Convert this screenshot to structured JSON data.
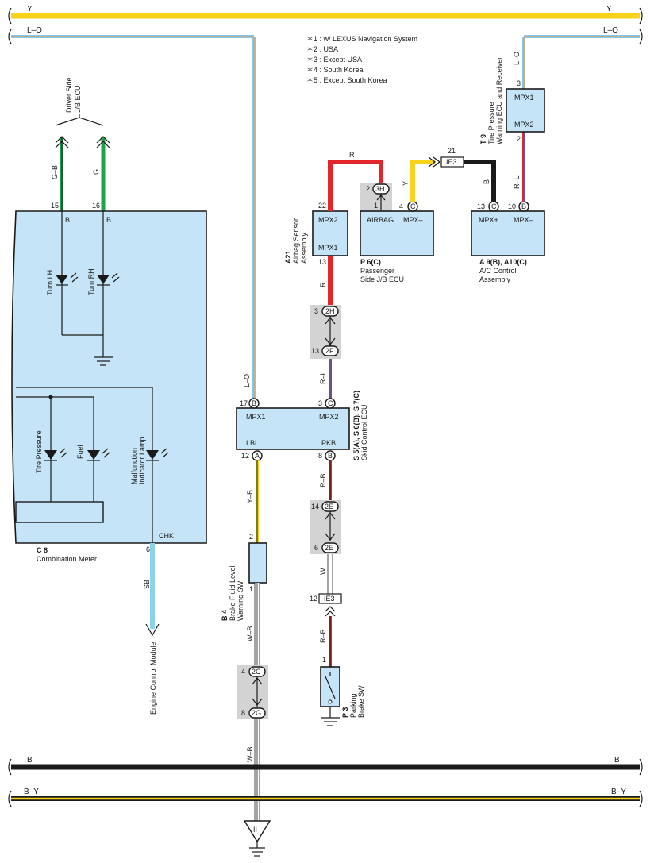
{
  "notes": [
    "＊1 : w/ LEXUS Navigation System",
    "＊2 : USA",
    "＊3 : Except USA",
    "＊4 : South Korea",
    "＊5 : Except South Korea"
  ],
  "buses": {
    "top_y": "Y",
    "top_lo": "L–O",
    "bottom_b": "B",
    "bottom_by": "B–Y"
  },
  "colors": {
    "yellow": "#f7d31b",
    "light_blue": "#87c6ec",
    "orange": "#f29a3a",
    "red": "#e3262b",
    "green": "#1fa34a",
    "black": "#1a1a1a",
    "sky": "#8fd0f0",
    "component": "#c5e4f7",
    "connector_gray": "#d3d3d3"
  },
  "combination_meter": {
    "code": "C 8",
    "name": "Combination Meter",
    "pin15": "15",
    "pin15_term": "B",
    "pin16": "16",
    "pin16_term": "B",
    "turn_lh": "Turn LH",
    "turn_rh": "Turn RH",
    "tire_pressure": "Tire Pressure",
    "fuel": "Fuel",
    "mil_line1": "Malfunction",
    "mil_line2": "Indicator Lamp",
    "chk": "CHK",
    "pin6": "6",
    "wire_sb": "SB",
    "ecm": "Engine Control Module"
  },
  "driver_jb": {
    "line1": "Driver Side",
    "line2": "J/B ECU",
    "wire_gb": "G–B",
    "wire_g": "G"
  },
  "skid_ecu": {
    "code": "S 5(A), S 6(B), S 7(C)",
    "name": "Skid Control ECU",
    "mpx1": "MPX1",
    "mpx2": "MPX2",
    "lbl": "LBL",
    "pkb": "PKB",
    "pin17": "17",
    "pin17_c": "B",
    "pin3": "3",
    "pin3_c": "C",
    "pin12": "12",
    "pin12_c": "A",
    "pin8": "8",
    "pin8_c": "B",
    "wire_lo": "L–O"
  },
  "airbag": {
    "code": "A21",
    "line1": "Airbag Sensor",
    "line2": "Assembly",
    "mpx2": "MPX2",
    "mpx1": "MPX1",
    "pin22": "22",
    "pin13": "13",
    "wire_r_top": "R",
    "wire_r_mid": "R",
    "wire_rl": "R–L"
  },
  "conn_2h2f": {
    "p3": "3",
    "c2h": "2H",
    "p13": "13",
    "c2f": "2F"
  },
  "passenger_jb": {
    "code": "P 6(C)",
    "line1": "Passenger",
    "line2": "Side J/B ECU",
    "airbag": "AIRBAG",
    "mpx_minus": "MPX–",
    "pin2": "2",
    "c3h": "3H",
    "pin1": "1",
    "pin4": "4",
    "pin4_c": "C",
    "wire_y": "Y"
  },
  "ie3_top": {
    "label": "IE3",
    "pin": "21",
    "wire_b": "B"
  },
  "ac_control": {
    "code": "A 9(B), A10(C)",
    "line1": "A/C Control",
    "line2": "Assembly",
    "mpx_plus": "MPX+",
    "mpx_minus": "MPX–",
    "pin13": "13",
    "pin13_c": "C",
    "pin10": "10",
    "pin10_c": "B"
  },
  "tire_ecu": {
    "code": "T 9",
    "line1": "Tire Pressure",
    "line2": "Warning ECU and Receiver",
    "mpx1": "MPX1",
    "mpx2": "MPX2",
    "pin3": "3",
    "pin2": "2",
    "wire_lo": "L–O",
    "wire_rl": "R–L"
  },
  "brake_fluid": {
    "code": "B 4",
    "line1": "Brake Fluid Level",
    "line2": "Warning SW",
    "pin2": "2",
    "pin1": "1",
    "wire_yb": "Y–B",
    "wire_wb1": "W–B",
    "wire_wb2": "W–B"
  },
  "conn_2c2g": {
    "p4": "4",
    "c2c": "2C",
    "p8": "8",
    "c2g": "2G"
  },
  "conn_2e": {
    "p14": "14",
    "c2e_a": "2E",
    "p6": "6",
    "c2e_b": "2E"
  },
  "pkb_wires": {
    "rb1": "R–B",
    "w": "W",
    "rb2": "R–B"
  },
  "ie3_bottom": {
    "pin": "12",
    "label": "IE3"
  },
  "parking": {
    "code": "P 3",
    "line1": "Parking",
    "line2": "Brake SW",
    "pin1": "1"
  },
  "ground_symbol": "II"
}
